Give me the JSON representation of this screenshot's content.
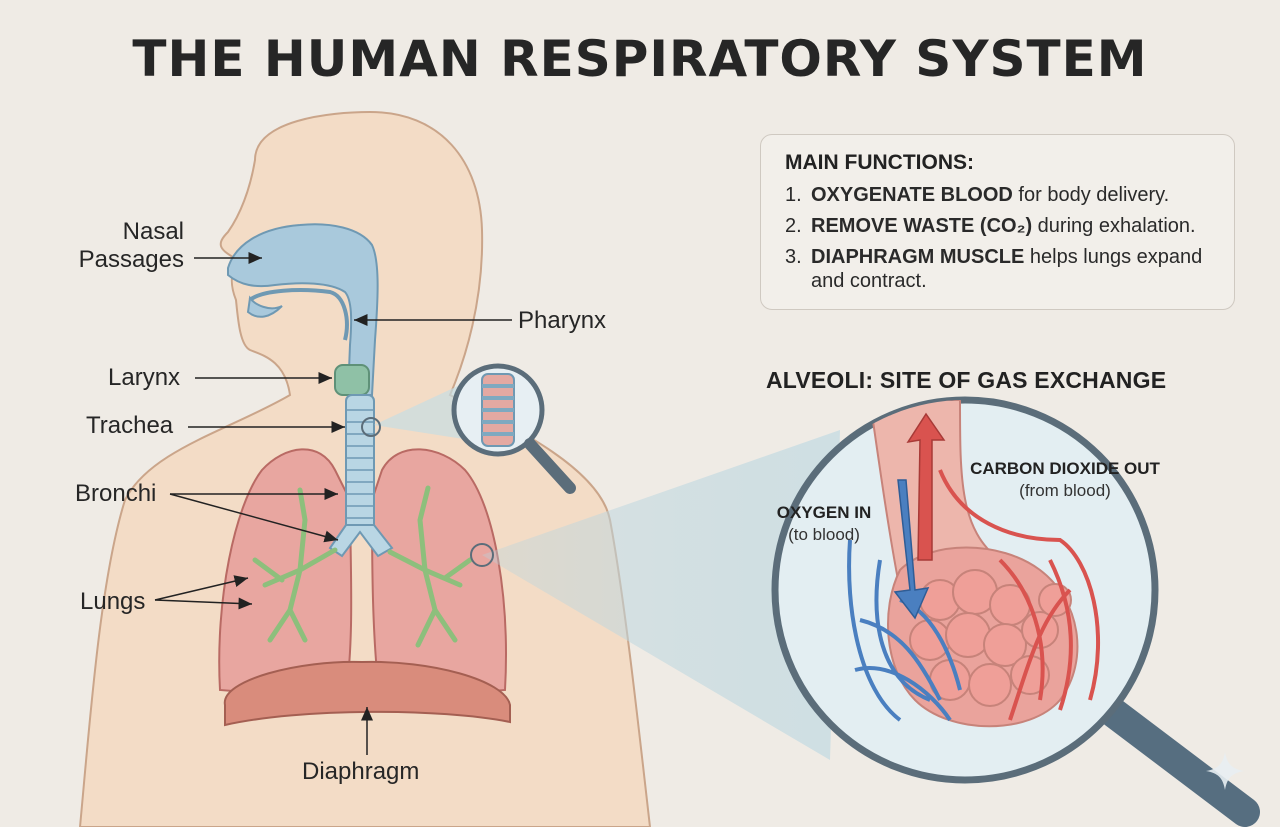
{
  "title": "THE HUMAN RESPIRATORY SYSTEM",
  "anatomy_labels": {
    "nasal_passages": "Nasal\nPassages",
    "pharynx": "Pharynx",
    "larynx": "Larynx",
    "trachea": "Trachea",
    "bronchi": "Bronchi",
    "lungs": "Lungs",
    "diaphragm": "Diaphragm"
  },
  "main_functions": {
    "heading": "MAIN FUNCTIONS:",
    "items": [
      {
        "number": "1.",
        "bold": "OXYGENATE BLOOD",
        "text": " for body delivery."
      },
      {
        "number": "2.",
        "bold": "REMOVE WASTE (CO₂)",
        "text": " during exhalation."
      },
      {
        "number": "3.",
        "bold": "DIAPHRAGM MUSCLE",
        "text": " helps lungs expand and contract."
      }
    ]
  },
  "alveoli": {
    "heading": "ALVEOLI: SITE OF GAS EXCHANGE",
    "oxygen_in": "OXYGEN IN",
    "oxygen_sub": "(to blood)",
    "co2_out": "CARBON DIOXIDE OUT",
    "co2_sub": "(from blood)"
  },
  "colors": {
    "background": "#efebe5",
    "skin": "#f3dcc6",
    "airway": "#a9c9dc",
    "lung": "#e8a6a0",
    "bronchi_tree": "#9ccc8c",
    "diaphragm": "#d98c7c",
    "oxygen_blue": "#4a7fc0",
    "co2_red": "#d9534f"
  }
}
